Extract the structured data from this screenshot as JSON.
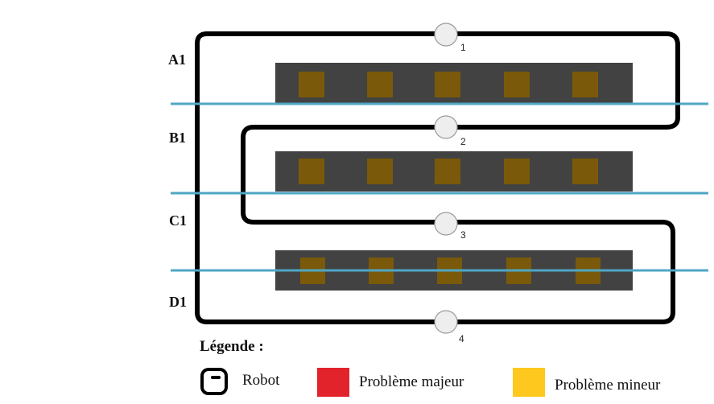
{
  "rows": [
    {
      "label": "A1",
      "node": "1",
      "tile_count": 5
    },
    {
      "label": "B1",
      "node": "2",
      "tile_count": 5
    },
    {
      "label": "C1",
      "node": "3",
      "tile_count": 5
    },
    {
      "label": "D1",
      "node": "4"
    }
  ],
  "legend": {
    "title": "Légende :",
    "robot_label": "Robot",
    "major_label": "Problème majeur",
    "minor_label": "Problème mineur"
  },
  "colors": {
    "path": "#000000",
    "panel": "#424242",
    "tile": "#7a5a0a",
    "scan_line": "#4fa6c4",
    "node": "#eeeeee",
    "major": "#e3232b",
    "minor": "#ffc81e"
  },
  "icons": [
    "robot-icon"
  ]
}
